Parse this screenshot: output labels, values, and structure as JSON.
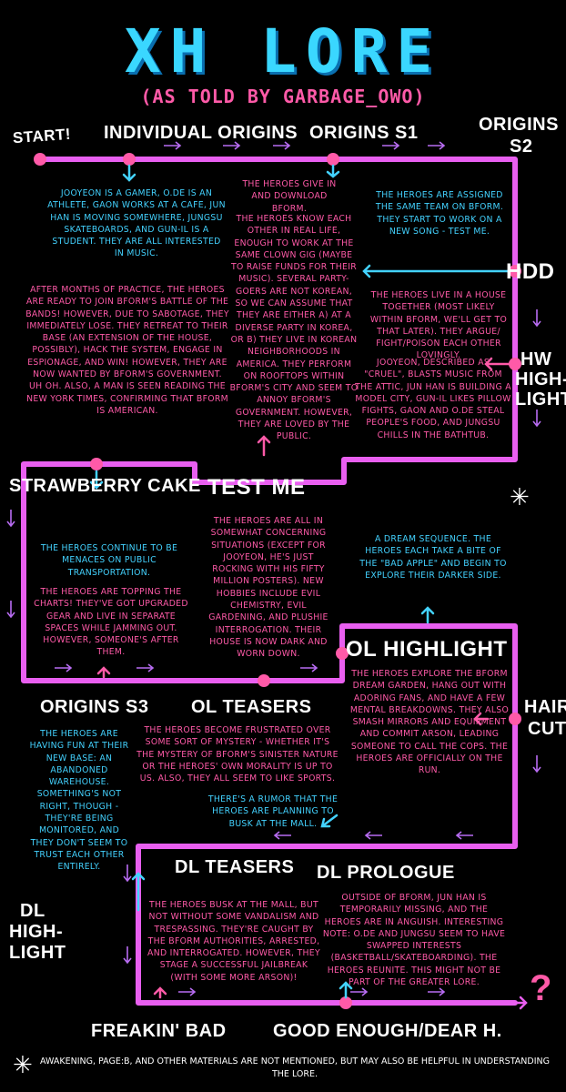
{
  "header": {
    "title": "XH LORE",
    "subtitle": "(AS TOLD BY GARBAGE_OWO)"
  },
  "labels": {
    "start": "START!",
    "individual_origins": "INDIVIDUAL ORIGINS",
    "origins_s1": "ORIGINS S1",
    "origins_s2_a": "ORIGINS",
    "origins_s2_b": "S2",
    "hdd": "HDD",
    "hw_a": "HW",
    "hw_b": "HIGH-",
    "hw_c": "LIGHT",
    "strawberry_cake": "STRAWBERRY CAKE",
    "test_me": "TEST ME",
    "ol_highlight": "OL HIGHLIGHT",
    "origins_s3": "ORIGINS S3",
    "ol_teasers": "OL TEASERS",
    "hair_a": "HAIR",
    "hair_b": "CUT",
    "dl_teasers": "DL TEASERS",
    "dl_prologue": "DL PROLOGUE",
    "dl_a": "DL",
    "dl_b": "HIGH-",
    "dl_c": "LIGHT",
    "freakin_bad": "FREAKIN' BAD",
    "good_enough": "GOOD ENOUGH/DEAR H."
  },
  "texts": {
    "t1": "Jooyeon is a gamer, O.de is an athlete, Gaon works at a cafe, Jun Han is moving somewhere, Jungsu skateboards, and Gun-il is a student. They are all interested in music.",
    "t2": "After months of practice, the heroes are ready to join bForm's battle of the bands! However, due to sabotage, they immediately lose. They retreat to their base (an extension of the house, possibly), hack the system, engage in espionage, and win! However, they are now wanted by bForm's government. Uh oh. Also, a man is seen reading the New York Times, confirming that bForm is American.",
    "t3": "The heroes give in and download bForm.",
    "t4": "The heroes know each other in real life, enough to work at the same clown gig (maybe to raise funds for their music). Several party-goers are not Korean, so we can assume that they are either a) at a diverse party in Korea, or b) they live in Korean neighborhoods in America. They perform on rooftops within bForm's city and seem to annoy bForm's government. However, they are loved by the public.",
    "t5": "The heroes are assigned the same team on bForm. They start to work on a new song - Test Me.",
    "t6": "The heroes live in a house together (most likely within bForm, we'll get to that later). They argue/ fight/poison each other lovingly.",
    "t7": "Jooyeon, described as \"cruel\", blasts music from the attic, Jun Han is building a model city, Gun-il likes pillow fights, Gaon and O.de steal people's food, and Jungsu chills in the bathtub.",
    "t8": "The heroes continue to be menaces on public transportation.",
    "t9": "The heroes are topping the charts! They've got upgraded gear and live in separate spaces while jamming out. However, someone's after them.",
    "t10": "The heroes are all in somewhat concerning situations (except for Jooyeon, he's just rocking with his fifty million posters). New hobbies include evil chemistry, evil gardening, and plushie interrogation. Their house is now dark and worn down.",
    "t11": "A dream sequence. The heroes each take a bite of the \"bad apple\" and begin to explore their darker side.",
    "t12": "The heroes explore the bForm dream garden, hang out with adoring fans, and have a few mental breakdowns. They also smash mirrors and equipment and commit arson, leading someone to call the cops. The heroes are officially on the run.",
    "t13": "The heroes are having fun at their new base: an abandoned warehouse. Something's not right, though - they're being monitored, and they don't seem to trust each other entirely.",
    "t14": "The heroes become frustrated over some sort of mystery - whether it's the mystery of bForm's sinister nature or the heroes' own morality is up to us. Also, they all seem to like sports.",
    "t15": "There's a rumor that the heroes are planning to busk at the mall.",
    "t16": "The heroes busk at the mall, but not without some vandalism and trespassing. They're caught by the bForm authorities, arrested, and interrogated. However, they stage a successful jailbreak (with some more arson)!",
    "t17": "Outside of bForm, Jun Han is temporarily missing, and the heroes are in anguish. Interesting note: O.de and Jungsu seem to have swapped interests (basketball/skateboarding). The heroes reunite. This might not be part of the greater lore."
  },
  "footer": {
    "question": "?",
    "note": "Awakening, Page:b, and other materials are not mentioned, but may also be helpful in understanding the lore."
  },
  "colors": {
    "path": "#e95ff0",
    "cyan": "#43d2ff",
    "pink": "#ff5aa8",
    "background": "#000000"
  }
}
